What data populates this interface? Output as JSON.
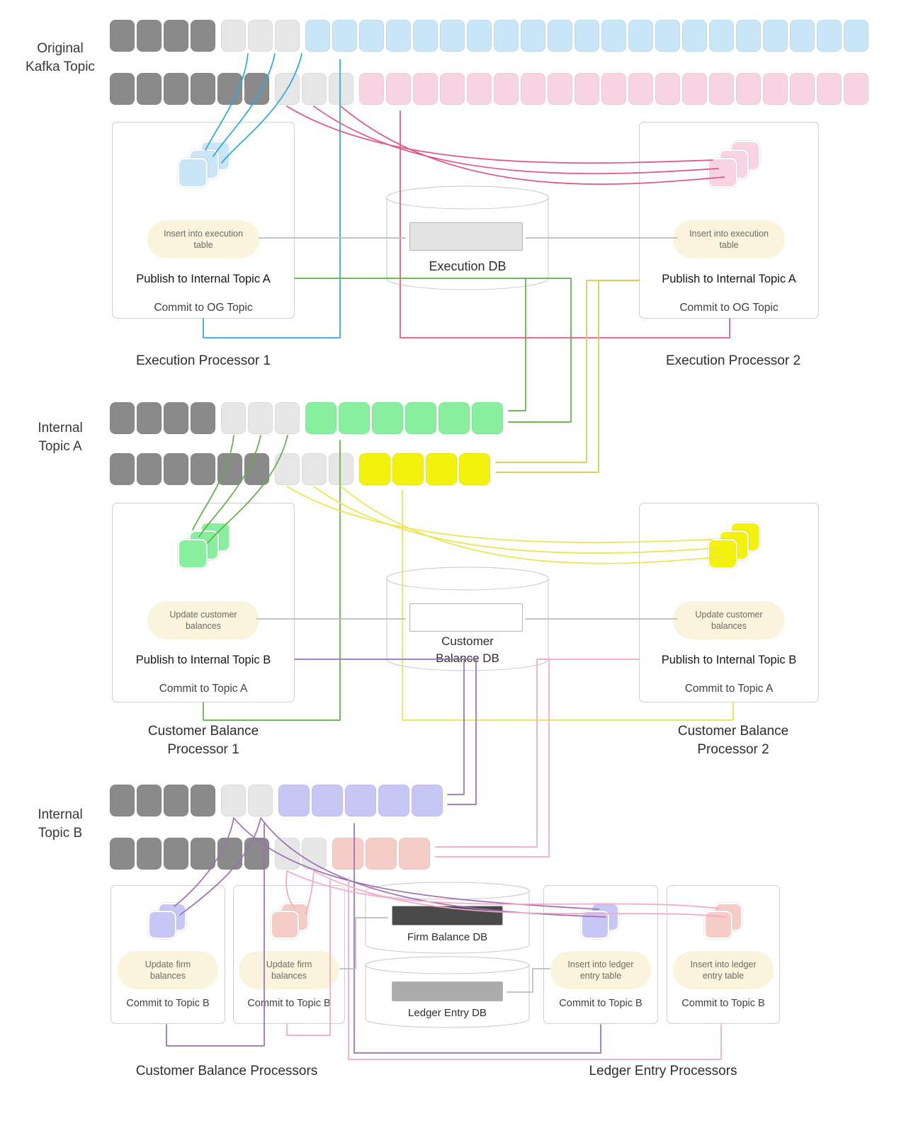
{
  "palette": {
    "dark_gray": "#8a8a8a",
    "light_gray": "#e6e6e6",
    "blue": "#c9e5f8",
    "pink": "#f8d4e2",
    "green": "#88ef9f",
    "yellow": "#f2f20c",
    "lavender": "#c7c7f5",
    "salmon": "#f6cdc6",
    "cream": "#fbf4dd",
    "arrow_blue": "#29a8e0",
    "arrow_crimson": "#e05586",
    "arrow_green": "#5fae49",
    "arrow_gold": "#e3c44d",
    "arrow_yellow": "#efe24a",
    "arrow_purple": "#9c6fb5",
    "arrow_pink": "#f4a8c6",
    "arrow_gray": "#bcbcbc"
  },
  "topics": {
    "og": {
      "label_line1": "Original",
      "label_line2": "Kafka Topic",
      "rows": [
        {
          "segments": [
            {
              "color": "dark_gray",
              "count": 4
            },
            {
              "color": "light_gray",
              "count": 3
            },
            {
              "color": "blue",
              "count": 21
            }
          ]
        },
        {
          "segments": [
            {
              "color": "dark_gray",
              "count": 6
            },
            {
              "color": "light_gray",
              "count": 3
            },
            {
              "color": "pink",
              "count": 19
            }
          ]
        }
      ]
    },
    "a": {
      "label_line1": "Internal",
      "label_line2": "Topic A",
      "rows": [
        {
          "segments": [
            {
              "color": "dark_gray",
              "count": 4
            },
            {
              "color": "light_gray",
              "count": 3
            },
            {
              "color": "green",
              "count": 6,
              "wide": true
            }
          ]
        },
        {
          "segments": [
            {
              "color": "dark_gray",
              "count": 6
            },
            {
              "color": "light_gray",
              "count": 3
            },
            {
              "color": "yellow",
              "count": 4,
              "wide": true
            }
          ]
        }
      ]
    },
    "b": {
      "label_line1": "Internal",
      "label_line2": "Topic B",
      "rows": [
        {
          "segments": [
            {
              "color": "dark_gray",
              "count": 4
            },
            {
              "color": "light_gray",
              "count": 2
            },
            {
              "color": "lavender",
              "count": 5,
              "wide": true
            }
          ]
        },
        {
          "segments": [
            {
              "color": "dark_gray",
              "count": 6
            },
            {
              "color": "light_gray",
              "count": 2
            },
            {
              "color": "salmon",
              "count": 3,
              "wide": true
            }
          ]
        }
      ]
    }
  },
  "processors": {
    "exec1": {
      "action": "Insert into execution table",
      "publish": "Publish to Internal Topic A",
      "commit": "Commit to OG Topic",
      "caption": "Execution Processor 1",
      "stack": {
        "color": "blue",
        "count": 3
      }
    },
    "exec2": {
      "action": "Insert into execution table",
      "publish": "Publish to Internal Topic A",
      "commit": "Commit to OG Topic",
      "caption": "Execution Processor 2",
      "stack": {
        "color": "pink",
        "count": 3
      }
    },
    "cb1": {
      "action": "Update customer balances",
      "publish": "Publish to Internal Topic B",
      "commit": "Commit to Topic A",
      "caption_line1": "Customer Balance",
      "caption_line2": "Processor 1",
      "stack": {
        "color": "green",
        "count": 3
      }
    },
    "cb2": {
      "action": "Update customer balances",
      "publish": "Publish to Internal Topic B",
      "commit": "Commit to Topic A",
      "caption_line1": "Customer Balance",
      "caption_line2": "Processor 2",
      "stack": {
        "color": "yellow",
        "count": 3
      }
    },
    "firm1": {
      "action": "Update firm balances",
      "commit": "Commit to Topic B",
      "stack": {
        "color": "lavender",
        "count": 2
      }
    },
    "firm2": {
      "action": "Update firm balances",
      "commit": "Commit to Topic B",
      "stack": {
        "color": "salmon",
        "count": 2
      }
    },
    "ledger1": {
      "action": "Insert into ledger entry table",
      "commit": "Commit to Topic B",
      "stack": {
        "color": "lavender",
        "count": 2
      }
    },
    "ledger2": {
      "action": "Insert into ledger entry table",
      "commit": "Commit to Topic B",
      "stack": {
        "color": "salmon",
        "count": 2
      }
    }
  },
  "group_captions": {
    "customer_balance": "Customer Balance Processors",
    "ledger_entry": "Ledger Entry Processors"
  },
  "databases": {
    "execution": {
      "label": "Execution DB",
      "table_color": "#e3e3e3"
    },
    "customer_balance": {
      "label_line1": "Customer",
      "label_line2": "Balance DB",
      "table_color": "#ffffff"
    },
    "firm_balance": {
      "label": "Firm Balance DB",
      "table_color": "#4a4a4a"
    },
    "ledger_entry": {
      "label": "Ledger Entry DB",
      "table_color": "#ababab"
    }
  }
}
